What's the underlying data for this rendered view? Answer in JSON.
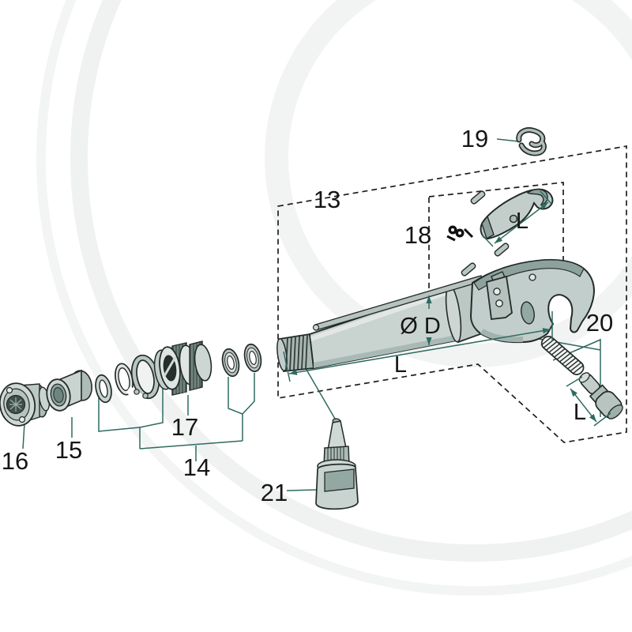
{
  "diagram": {
    "type": "exploded-parts-diagram",
    "part_labels": {
      "13": "13",
      "14": "14",
      "15": "15",
      "16": "16",
      "17": "17",
      "18": "18",
      "19": "19",
      "20": "20",
      "21": "21"
    },
    "dimensions": {
      "shaft_length": "L",
      "shaft_diameter": "Ø D",
      "latch_length": "L",
      "knob_length": "L"
    },
    "colors": {
      "background": "#ffffff",
      "outline": "#232b29",
      "metal_light": "#c9d3d0",
      "metal_mid": "#aebcb8",
      "metal_dark": "#8da29c",
      "dimension_line": "#2e6b60",
      "dashed_line": "#1e1e1e",
      "label_text": "#161616"
    }
  }
}
